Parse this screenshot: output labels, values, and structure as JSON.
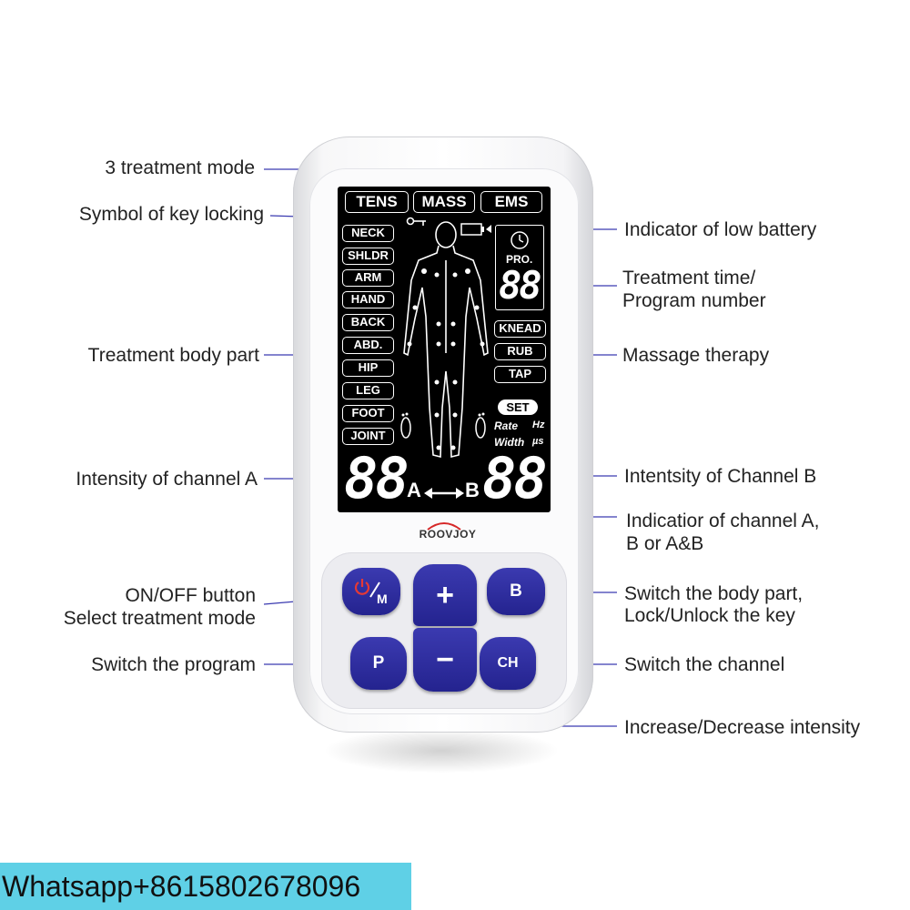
{
  "annotations": {
    "treatment_mode": "3 treatment mode",
    "key_locking": "Symbol of key locking",
    "body_part": "Treatment body part",
    "intensity_a": "Intensity of channel A",
    "onoff_1": "ON/OFF button",
    "onoff_2": "Select treatment mode",
    "switch_program": "Switch the program",
    "low_battery": "Indicator of low battery",
    "time_1": "Treatment time/",
    "time_2": "Program number",
    "massage_therapy": "Massage therapy",
    "intensity_b": "Intentsity of Channel B",
    "channel_ind_1": "Indicatior of channel A,",
    "channel_ind_2": "B or A&B",
    "switch_body_1": "Switch the body part,",
    "switch_body_2": "Lock/Unlock the key",
    "switch_channel": "Switch the channel",
    "inc_dec": "Increase/Decrease intensity"
  },
  "lcd": {
    "modes": [
      "TENS",
      "MASS",
      "EMS"
    ],
    "body_parts": [
      "NECK",
      "SHLDR",
      "ARM",
      "HAND",
      "BACK",
      "ABD.",
      "HIP",
      "LEG",
      "FOOT",
      "JOINT"
    ],
    "therapies": [
      "KNEAD",
      "RUB",
      "TAP"
    ],
    "pro": "PRO.",
    "timer_digits": "88",
    "set": "SET",
    "rate": "Rate",
    "hz": "Hz",
    "width": "Width",
    "us": "µs",
    "channel_a_digits": "88",
    "channel_b_digits": "88",
    "a": "A",
    "b": "B"
  },
  "brand": "ROOVJOY",
  "buttons": {
    "power_mode": "M",
    "plus": "+",
    "minus": "−",
    "b": "B",
    "p": "P",
    "ch": "CH"
  },
  "icons": {
    "power": "power-icon",
    "key": "key-icon",
    "battery": "battery-icon",
    "clock": "clock-icon",
    "arrow": "double-arrow-icon"
  },
  "colors": {
    "button_blue": "#2b2a9c",
    "leader_line": "#3a3ab0",
    "watermark_bg": "#5fd0e6"
  },
  "watermark": "Whatsapp+8615802678096"
}
